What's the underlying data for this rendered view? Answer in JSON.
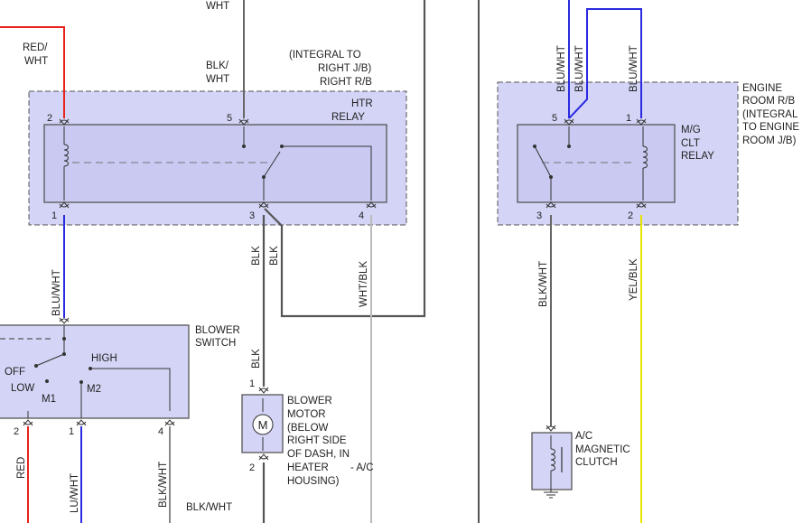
{
  "colors": {
    "box_fill": "#d4d4f6",
    "box_stroke": "#555555",
    "wire_red": "#e8231c",
    "wire_blue": "#2a2ae0",
    "wire_dark": "#555555",
    "wire_gray": "#bbbbbb",
    "wire_yellow": "#e8e400",
    "wire_black": "#666666"
  },
  "left_section": {
    "top_wire_label": "WHT",
    "red_wire_label": [
      "RED/",
      "WHT"
    ],
    "blk_wire_label": [
      "BLK/",
      "WHT"
    ],
    "relay_box_note": [
      "(INTEGRAL TO",
      "RIGHT J/B)",
      "RIGHT R/B"
    ],
    "htr_relay": {
      "name": [
        "HTR",
        "RELAY"
      ],
      "pins": [
        "2",
        "5",
        "1",
        "3",
        "4"
      ]
    },
    "wire_labels": {
      "blu_wht": "BLU/WHT",
      "blk_a": "BLK",
      "blk_b": "BLK",
      "wht_blk": "WHT/BLK",
      "blk_motor": "BLK"
    },
    "blower_switch": {
      "name": [
        "BLOWER",
        "SWITCH"
      ],
      "positions": {
        "off": "OFF",
        "low": "LOW",
        "high": "HIGH",
        "m1": "M1",
        "m2": "M2"
      },
      "pins": [
        "2",
        "1",
        "4"
      ],
      "wire_red": "RED",
      "wire_blu": "LU/WHT",
      "wire_blk": "BLK/WHT",
      "bottom_label": "BLK/WHT"
    },
    "blower_motor": {
      "name": [
        "BLOWER",
        "MOTOR",
        "(BELOW",
        "RIGHT SIDE",
        "OF DASH, IN",
        "HEATER",
        "HOUSING)"
      ],
      "ac_note": "- A/C",
      "symbol": "M",
      "pins": [
        "1",
        "2"
      ]
    }
  },
  "right_section": {
    "wire_labels": {
      "blu_wht_a": "BLU/WHT",
      "blu_wht_b": "BLU/WHT",
      "blu_wht_c": "BLU/WHT",
      "blk_wht": "BLK/WHT",
      "yel_blk": "YEL/BLK"
    },
    "relay_box_note": [
      "ENGINE",
      "ROOM R/B",
      "(INTEGRAL",
      "TO ENGINE",
      "ROOM J/B)"
    ],
    "mg_clt_relay": {
      "name": [
        "M/G",
        "CLT",
        "RELAY"
      ],
      "pins": [
        "5",
        "1",
        "3",
        "2"
      ]
    },
    "ac_clutch": {
      "name": [
        "A/C",
        "MAGNETIC",
        "CLUTCH"
      ]
    }
  }
}
